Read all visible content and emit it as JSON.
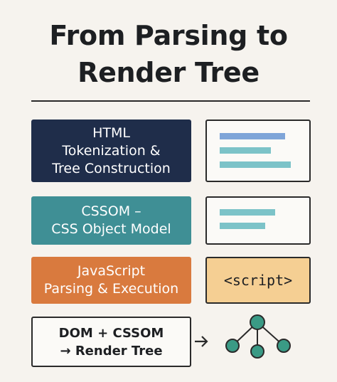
{
  "title": {
    "line1": "From Parsing to",
    "line2": "Render Tree"
  },
  "steps": [
    {
      "line1": "HTML",
      "line2": "Tokenization &",
      "line3": "Tree Construction",
      "color": "#1f2d4a",
      "icon": "document-lines-icon"
    },
    {
      "line1": "CSSOM –",
      "line2": "CSS Object Model",
      "color": "#3f8f95",
      "icon": "stylesheet-lines-icon"
    },
    {
      "line1": "JavaScript",
      "line2": "Parsing & Execution",
      "color": "#d97a3e",
      "icon_text": "<script>"
    },
    {
      "line1": "DOM + CSSOM",
      "line2": "→ Render Tree",
      "color": "#fbfaf7",
      "icon": "tree-graph-icon"
    }
  ],
  "colors": {
    "background": "#f6f3ee",
    "bar_blue": "#7fa5d8",
    "bar_teal": "#7cc3c8",
    "script_bg": "#f5cf93",
    "node_fill": "#3a9a85"
  }
}
